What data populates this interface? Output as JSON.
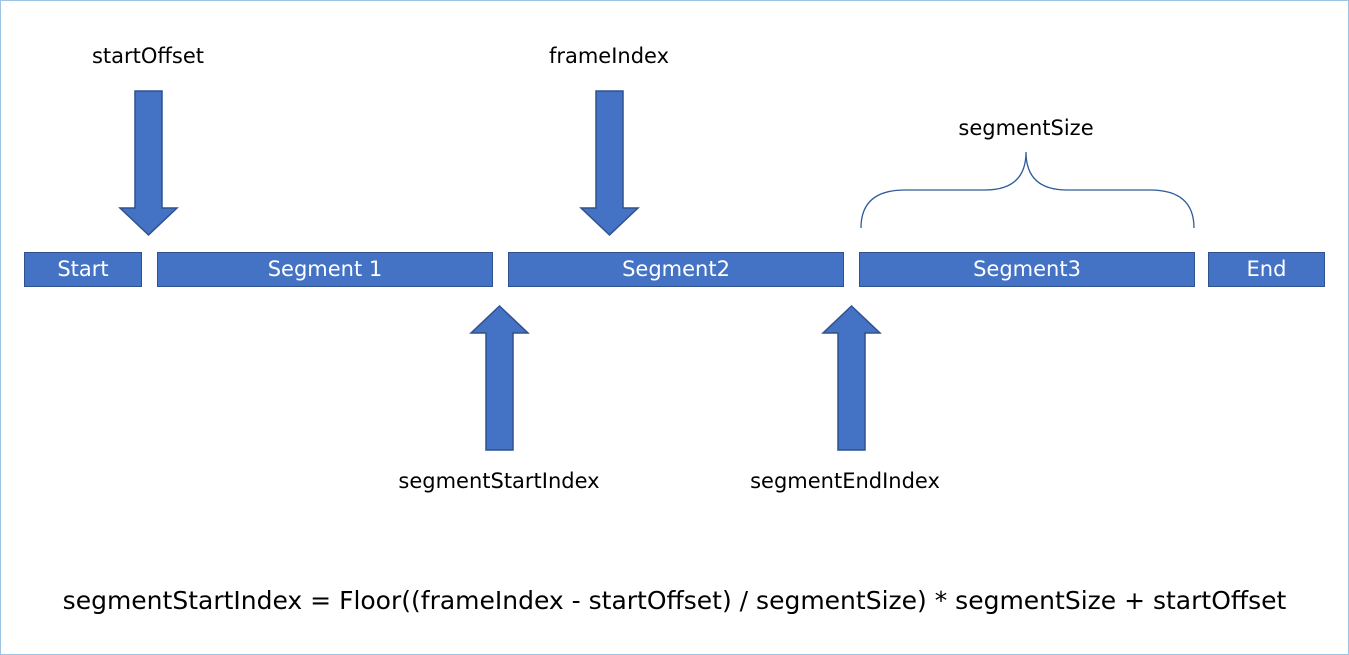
{
  "segments": [
    {
      "id": "start",
      "label": "Start"
    },
    {
      "id": "segment-1",
      "label": "Segment 1"
    },
    {
      "id": "segment-2",
      "label": "Segment2"
    },
    {
      "id": "segment-3",
      "label": "Segment3"
    },
    {
      "id": "end",
      "label": "End"
    }
  ],
  "labels": {
    "start_offset": "startOffset",
    "frame_index": "frameIndex",
    "segment_size": "segmentSize",
    "segment_start_index": "segmentStartIndex",
    "segment_end_index": "segmentEndIndex"
  },
  "formula": "segmentStartIndex = Floor((frameIndex - startOffset) / segmentSize) * segmentSize + startOffset",
  "colors": {
    "segment_fill": "#4472c4",
    "segment_border": "#2f528f",
    "arrow_fill": "#4472c4",
    "brace_stroke": "#2e5c9a",
    "frame_border": "#9dc3e6"
  }
}
